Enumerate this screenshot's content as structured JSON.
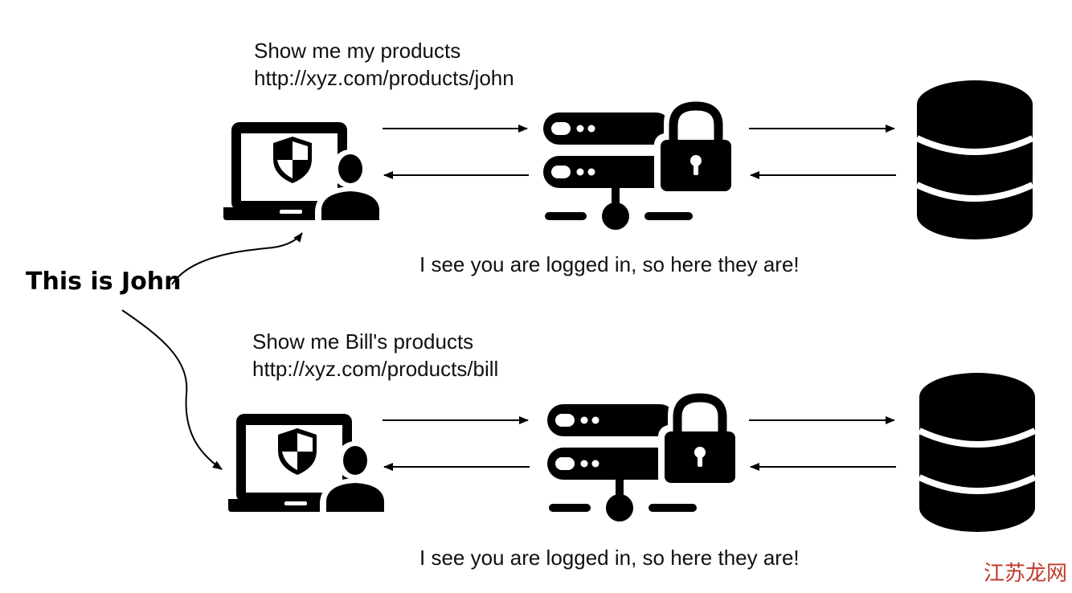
{
  "label": "This is John",
  "rows": [
    {
      "request": "Show me my products",
      "url": "http://xyz.com/products/john",
      "response": "I see you are logged in, so here they are!"
    },
    {
      "request": "Show me Bill's products",
      "url": "http://xyz.com/products/bill",
      "response": "I see you are logged in, so here they are!"
    }
  ],
  "watermark": "江苏龙网",
  "colors": {
    "ink": "#000000",
    "background": "#ffffff",
    "watermark": "#c0392b"
  },
  "icons": [
    "laptop-user-icon",
    "shield-icon",
    "user-icon",
    "server-lock-icon",
    "lock-icon",
    "database-icon"
  ]
}
